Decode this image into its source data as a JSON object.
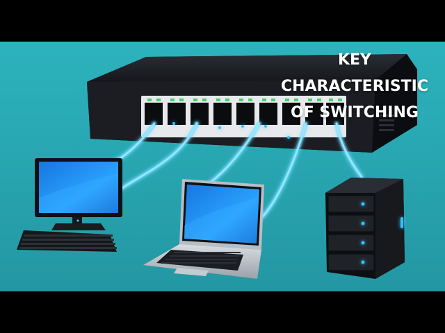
{
  "headline": {
    "line1": "KEY",
    "line2": "CHARACTERISTIC",
    "line3": "OF SWITCHING"
  },
  "colors": {
    "background": "#29a9b4",
    "cable_glow": "#4fd3ff",
    "switch_body": "#1b1d22",
    "screen": "#1f8ff0",
    "led": "#35c1ff"
  },
  "devices": [
    "network-switch",
    "desktop-computer",
    "laptop",
    "server"
  ],
  "switch_port_count": 9
}
